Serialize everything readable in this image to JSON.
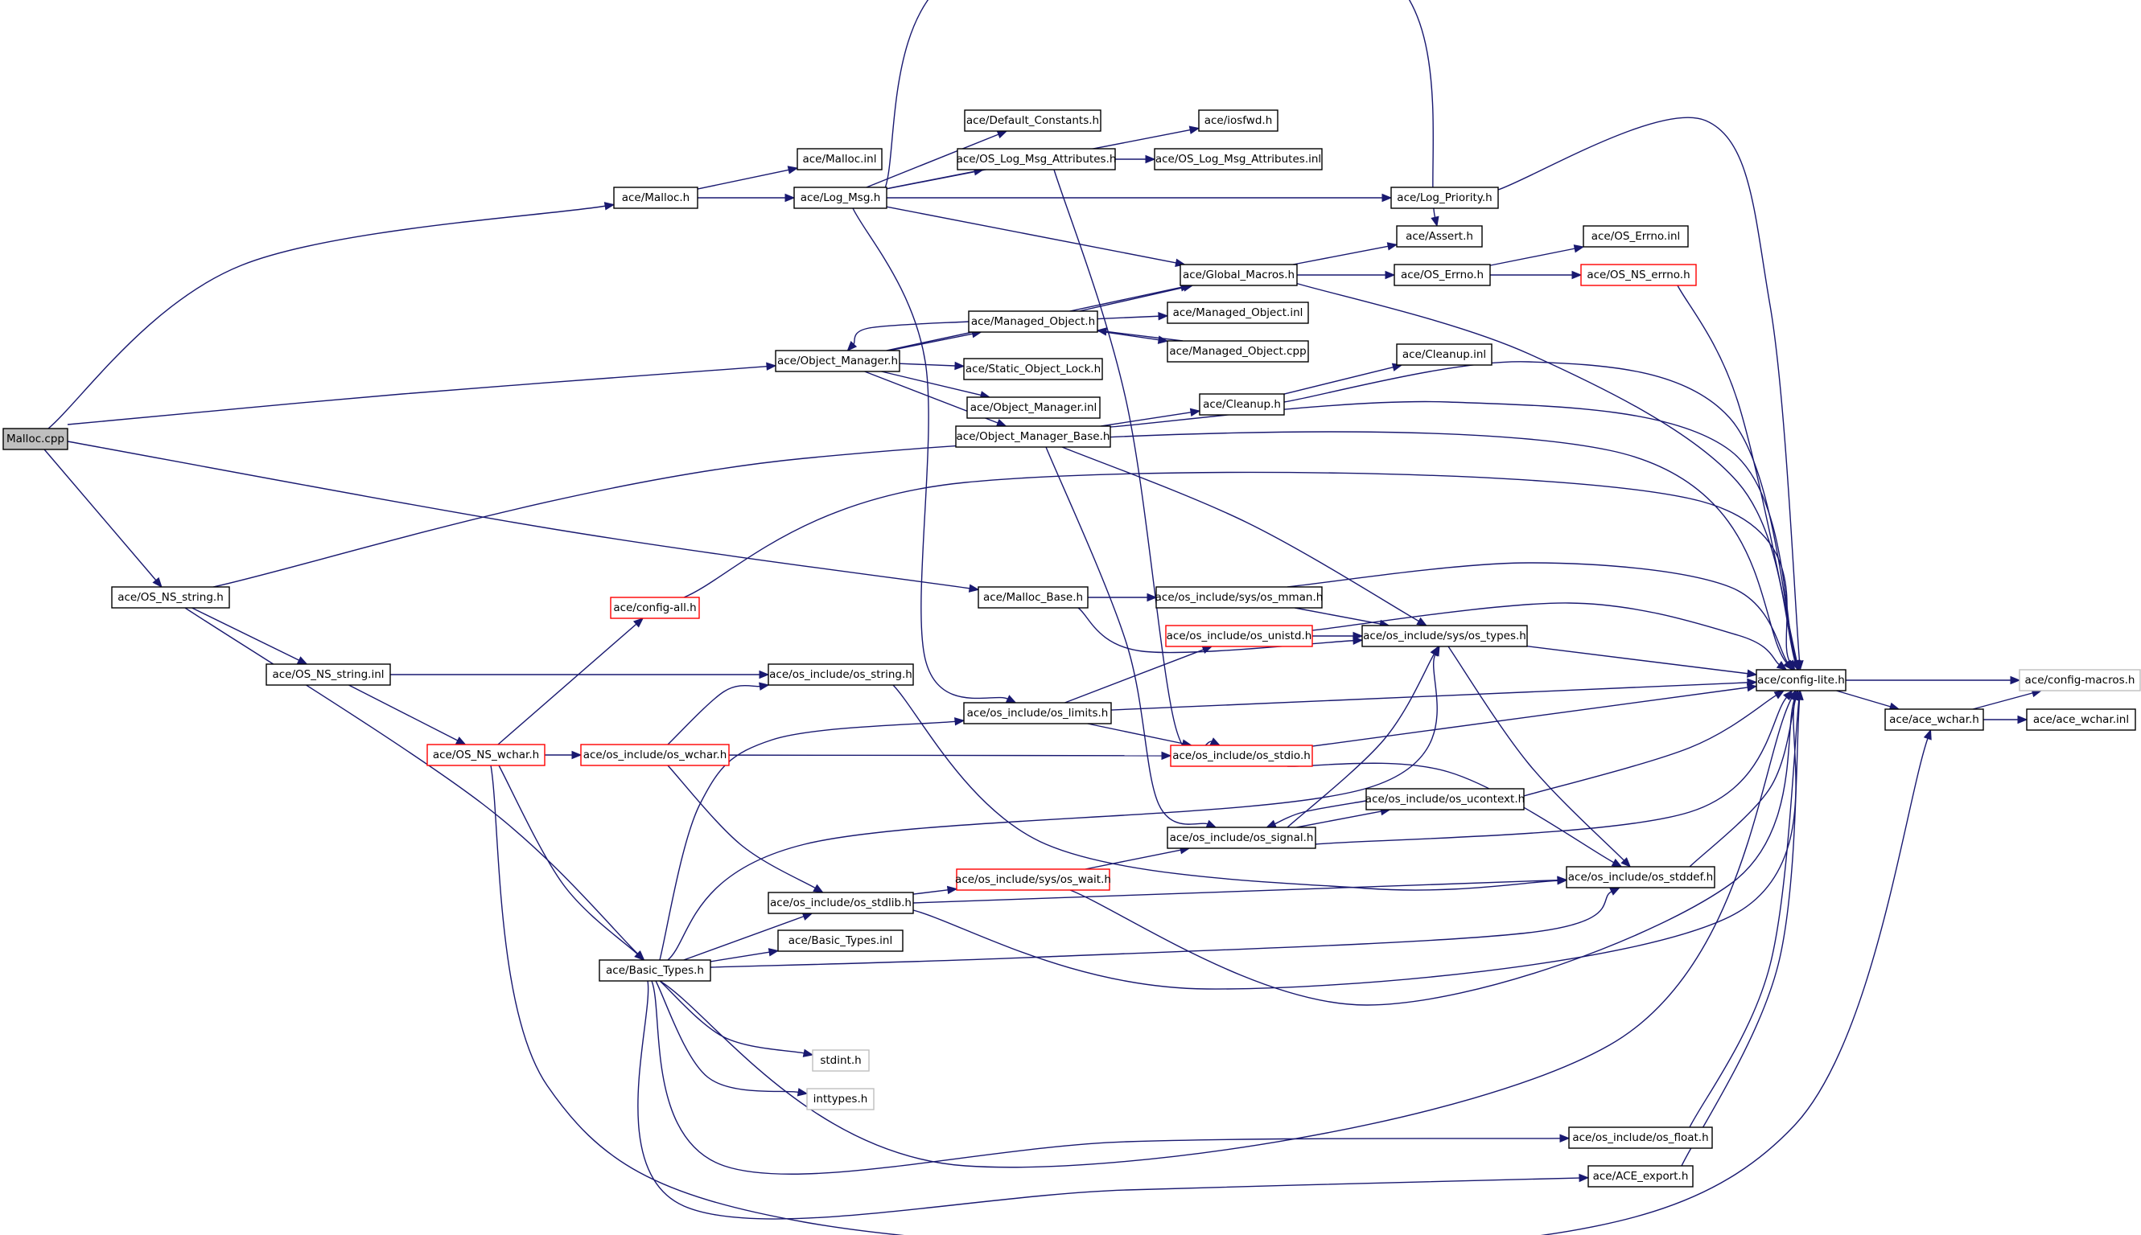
{
  "colors": {
    "edge": "#191970",
    "missing_border": "#ff0000",
    "external_border": "#bfbfbf",
    "root_fill": "#bfbfbf"
  },
  "nodes": [
    {
      "id": "malloc_cpp",
      "label": "Malloc.cpp",
      "style": "root"
    },
    {
      "id": "malloc_h",
      "label": "ace/Malloc.h"
    },
    {
      "id": "malloc_inl",
      "label": "ace/Malloc.inl"
    },
    {
      "id": "log_msg_h",
      "label": "ace/Log_Msg.h"
    },
    {
      "id": "default_constants_h",
      "label": "ace/Default_Constants.h"
    },
    {
      "id": "iosfwd_h",
      "label": "ace/iosfwd.h"
    },
    {
      "id": "os_log_msg_attributes_h",
      "label": "ace/OS_Log_Msg_Attributes.h"
    },
    {
      "id": "os_log_msg_attributes_inl",
      "label": "ace/OS_Log_Msg_Attributes.inl"
    },
    {
      "id": "log_priority_h",
      "label": "ace/Log_Priority.h"
    },
    {
      "id": "assert_h",
      "label": "ace/Assert.h"
    },
    {
      "id": "global_macros_h",
      "label": "ace/Global_Macros.h"
    },
    {
      "id": "os_errno_h",
      "label": "ace/OS_Errno.h"
    },
    {
      "id": "os_errno_inl",
      "label": "ace/OS_Errno.inl"
    },
    {
      "id": "os_ns_errno_h",
      "label": "ace/OS_NS_errno.h",
      "style": "red"
    },
    {
      "id": "managed_object_h",
      "label": "ace/Managed_Object.h"
    },
    {
      "id": "managed_object_inl",
      "label": "ace/Managed_Object.inl"
    },
    {
      "id": "managed_object_cpp",
      "label": "ace/Managed_Object.cpp"
    },
    {
      "id": "object_manager_h",
      "label": "ace/Object_Manager.h"
    },
    {
      "id": "static_object_lock_h",
      "label": "ace/Static_Object_Lock.h"
    },
    {
      "id": "object_manager_inl",
      "label": "ace/Object_Manager.inl"
    },
    {
      "id": "cleanup_inl",
      "label": "ace/Cleanup.inl"
    },
    {
      "id": "cleanup_h",
      "label": "ace/Cleanup.h"
    },
    {
      "id": "object_manager_base_h",
      "label": "ace/Object_Manager_Base.h"
    },
    {
      "id": "os_ns_string_h",
      "label": "ace/OS_NS_string.h"
    },
    {
      "id": "config_all_h",
      "label": "ace/config-all.h",
      "style": "red"
    },
    {
      "id": "malloc_base_h",
      "label": "ace/Malloc_Base.h"
    },
    {
      "id": "os_mman_h",
      "label": "ace/os_include/sys/os_mman.h"
    },
    {
      "id": "os_unistd_h",
      "label": "ace/os_include/os_unistd.h",
      "style": "red"
    },
    {
      "id": "sys_os_types_h",
      "label": "ace/os_include/sys/os_types.h"
    },
    {
      "id": "os_ns_string_inl",
      "label": "ace/OS_NS_string.inl"
    },
    {
      "id": "os_string_h",
      "label": "ace/os_include/os_string.h"
    },
    {
      "id": "config_lite_h",
      "label": "ace/config-lite.h"
    },
    {
      "id": "config_macros_h",
      "label": "ace/config-macros.h",
      "style": "gray"
    },
    {
      "id": "os_limits_h",
      "label": "ace/os_include/os_limits.h"
    },
    {
      "id": "ace_wchar_h",
      "label": "ace/ace_wchar.h"
    },
    {
      "id": "ace_wchar_inl",
      "label": "ace/ace_wchar.inl"
    },
    {
      "id": "os_ns_wchar_h",
      "label": "ace/OS_NS_wchar.h",
      "style": "red"
    },
    {
      "id": "os_wchar_h",
      "label": "ace/os_include/os_wchar.h",
      "style": "red"
    },
    {
      "id": "os_stdio_h",
      "label": "ace/os_include/os_stdio.h",
      "style": "red"
    },
    {
      "id": "os_ucontext_h",
      "label": "ace/os_include/os_ucontext.h"
    },
    {
      "id": "os_signal_h",
      "label": "ace/os_include/os_signal.h"
    },
    {
      "id": "sys_os_wait_h",
      "label": "ace/os_include/sys/os_wait.h",
      "style": "red"
    },
    {
      "id": "os_stddef_h",
      "label": "ace/os_include/os_stddef.h"
    },
    {
      "id": "os_stdlib_h",
      "label": "ace/os_include/os_stdlib.h"
    },
    {
      "id": "basic_types_inl",
      "label": "ace/Basic_Types.inl"
    },
    {
      "id": "basic_types_h",
      "label": "ace/Basic_Types.h"
    },
    {
      "id": "stdint_h",
      "label": "stdint.h",
      "style": "gray"
    },
    {
      "id": "inttypes_h",
      "label": "inttypes.h",
      "style": "gray"
    },
    {
      "id": "os_float_h",
      "label": "ace/os_include/os_float.h"
    },
    {
      "id": "ace_export_h",
      "label": "ace/ACE_export.h"
    }
  ],
  "edges": [
    [
      "malloc_cpp",
      "malloc_h"
    ],
    [
      "malloc_cpp",
      "object_manager_h"
    ],
    [
      "malloc_cpp",
      "malloc_base_h"
    ],
    [
      "malloc_cpp",
      "os_ns_string_h"
    ],
    [
      "malloc_h",
      "malloc_inl"
    ],
    [
      "malloc_h",
      "log_msg_h"
    ],
    [
      "log_msg_h",
      "default_constants_h"
    ],
    [
      "log_msg_h",
      "iosfwd_h"
    ],
    [
      "log_msg_h",
      "os_log_msg_attributes_h"
    ],
    [
      "log_msg_h",
      "log_priority_h"
    ],
    [
      "log_msg_h",
      "assert_h"
    ],
    [
      "log_msg_h",
      "global_macros_h"
    ],
    [
      "log_msg_h",
      "os_limits_h"
    ],
    [
      "os_log_msg_attributes_h",
      "os_log_msg_attributes_inl"
    ],
    [
      "os_log_msg_attributes_h",
      "os_stdio_h"
    ],
    [
      "log_priority_h",
      "config_lite_h"
    ],
    [
      "global_macros_h",
      "assert_h"
    ],
    [
      "global_macros_h",
      "os_errno_h"
    ],
    [
      "global_macros_h",
      "config_lite_h"
    ],
    [
      "os_errno_h",
      "os_errno_inl"
    ],
    [
      "os_errno_h",
      "os_ns_errno_h"
    ],
    [
      "os_ns_errno_h",
      "config_lite_h"
    ],
    [
      "object_manager_h",
      "global_macros_h"
    ],
    [
      "object_manager_h",
      "managed_object_h"
    ],
    [
      "object_manager_h",
      "static_object_lock_h"
    ],
    [
      "object_manager_h",
      "object_manager_inl"
    ],
    [
      "object_manager_h",
      "object_manager_base_h"
    ],
    [
      "managed_object_h",
      "global_macros_h"
    ],
    [
      "managed_object_h",
      "managed_object_inl"
    ],
    [
      "managed_object_h",
      "managed_object_cpp"
    ],
    [
      "managed_object_h",
      "object_manager_h"
    ],
    [
      "managed_object_cpp",
      "managed_object_h"
    ],
    [
      "object_manager_base_h",
      "cleanup_h"
    ],
    [
      "object_manager_base_h",
      "config_lite_h"
    ],
    [
      "object_manager_base_h",
      "sys_os_types_h"
    ],
    [
      "object_manager_base_h",
      "os_signal_h"
    ],
    [
      "cleanup_h",
      "cleanup_inl"
    ],
    [
      "cleanup_h",
      "config_lite_h"
    ],
    [
      "os_ns_string_h",
      "config_lite_h"
    ],
    [
      "os_ns_string_h",
      "os_ns_string_inl"
    ],
    [
      "os_ns_string_h",
      "basic_types_h"
    ],
    [
      "os_ns_string_inl",
      "os_string_h"
    ],
    [
      "os_ns_string_inl",
      "os_ns_wchar_h"
    ],
    [
      "os_string_h",
      "os_stddef_h"
    ],
    [
      "os_ns_wchar_h",
      "config_all_h"
    ],
    [
      "os_ns_wchar_h",
      "os_wchar_h"
    ],
    [
      "os_ns_wchar_h",
      "basic_types_h"
    ],
    [
      "os_ns_wchar_h",
      "ace_wchar_h"
    ],
    [
      "config_all_h",
      "config_lite_h"
    ],
    [
      "malloc_base_h",
      "os_mman_h"
    ],
    [
      "malloc_base_h",
      "sys_os_types_h"
    ],
    [
      "os_mman_h",
      "sys_os_types_h"
    ],
    [
      "os_mman_h",
      "config_lite_h"
    ],
    [
      "os_unistd_h",
      "sys_os_types_h"
    ],
    [
      "os_unistd_h",
      "config_lite_h"
    ],
    [
      "sys_os_types_h",
      "config_lite_h"
    ],
    [
      "sys_os_types_h",
      "os_stddef_h"
    ],
    [
      "os_limits_h",
      "os_unistd_h"
    ],
    [
      "os_limits_h",
      "config_lite_h"
    ],
    [
      "os_limits_h",
      "os_stdio_h"
    ],
    [
      "os_wchar_h",
      "os_string_h"
    ],
    [
      "os_wchar_h",
      "os_stdio_h"
    ],
    [
      "os_wchar_h",
      "os_stdlib_h"
    ],
    [
      "os_stdio_h",
      "config_lite_h"
    ],
    [
      "os_stdio_h",
      "os_stddef_h"
    ],
    [
      "os_signal_h",
      "sys_os_types_h"
    ],
    [
      "os_signal_h",
      "os_ucontext_h"
    ],
    [
      "os_signal_h",
      "config_lite_h"
    ],
    [
      "os_ucontext_h",
      "os_signal_h"
    ],
    [
      "os_ucontext_h",
      "config_lite_h"
    ],
    [
      "os_stdlib_h",
      "sys_os_wait_h"
    ],
    [
      "os_stdlib_h",
      "os_stddef_h"
    ],
    [
      "os_stdlib_h",
      "config_lite_h"
    ],
    [
      "sys_os_wait_h",
      "os_signal_h"
    ],
    [
      "sys_os_wait_h",
      "config_lite_h"
    ],
    [
      "os_stddef_h",
      "config_lite_h"
    ],
    [
      "basic_types_h",
      "os_limits_h"
    ],
    [
      "basic_types_h",
      "os_stdlib_h"
    ],
    [
      "basic_types_h",
      "basic_types_inl"
    ],
    [
      "basic_types_h",
      "sys_os_types_h"
    ],
    [
      "basic_types_h",
      "os_stddef_h"
    ],
    [
      "basic_types_h",
      "config_lite_h"
    ],
    [
      "basic_types_h",
      "stdint_h"
    ],
    [
      "basic_types_h",
      "inttypes_h"
    ],
    [
      "basic_types_h",
      "os_float_h"
    ],
    [
      "basic_types_h",
      "ace_export_h"
    ],
    [
      "os_float_h",
      "config_lite_h"
    ],
    [
      "ace_export_h",
      "config_lite_h"
    ],
    [
      "config_lite_h",
      "config_macros_h"
    ],
    [
      "config_lite_h",
      "ace_wchar_h"
    ],
    [
      "ace_wchar_h",
      "config_macros_h"
    ],
    [
      "ace_wchar_h",
      "ace_wchar_inl"
    ]
  ]
}
